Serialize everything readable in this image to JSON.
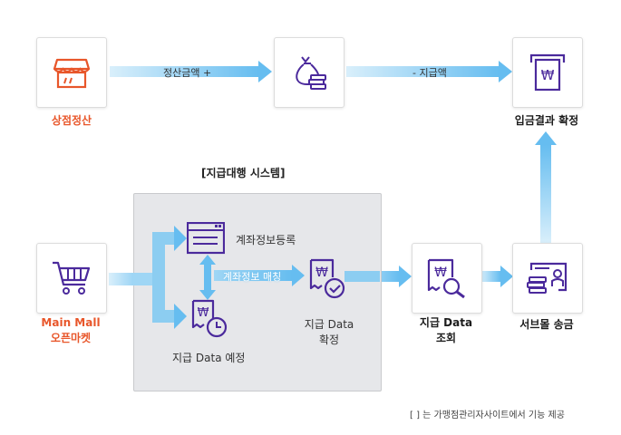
{
  "colors": {
    "accent_purple": "#4b2a9c",
    "accent_orange": "#e8562a",
    "flow_blue": "#7fc8ef",
    "panel_gray": "#e6e7ea"
  },
  "nodes": {
    "store_settlement": {
      "label": "상점정산",
      "icon": "storefront-icon"
    },
    "money_bag": {
      "icon": "money-bag-icon"
    },
    "deposit_confirm": {
      "label": "입금결과 확정",
      "icon": "atm-won-icon"
    },
    "main_mall": {
      "label_line1": "Main Mall",
      "label_line2": "오픈마켓",
      "icon": "shopping-cart-icon"
    },
    "account_register": {
      "label": "계좌정보등록",
      "icon": "browser-window-icon"
    },
    "payment_scheduled": {
      "label": "지급 Data 예정",
      "icon": "won-receipt-clock-icon"
    },
    "payment_confirmed": {
      "label_line1": "지급 Data",
      "label_line2": "확정",
      "icon": "won-receipt-check-icon"
    },
    "payment_lookup": {
      "label_line1": "지급 Data",
      "label_line2": "조회",
      "icon": "won-receipt-search-icon"
    },
    "server_transfer": {
      "label": "서브몰 송금",
      "icon": "server-transfer-icon"
    }
  },
  "arrows": {
    "settlement_plus": "정산금액 +",
    "payment_minus": "- 지급액",
    "account_matching": "계좌정보 매칭"
  },
  "panel": {
    "title": "[지급대행 시스템]"
  },
  "footnote": "[ ] 는 가맹점관리자사이트에서 기능 제공"
}
